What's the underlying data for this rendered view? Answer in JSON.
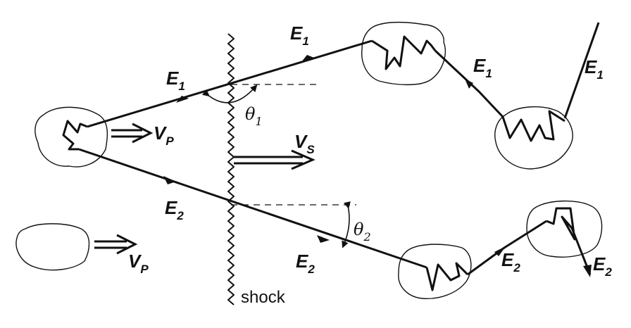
{
  "labels": {
    "e1_top": {
      "main": "E",
      "sub": "1"
    },
    "e1_left": {
      "main": "E",
      "sub": "1"
    },
    "e1_middle_right": {
      "main": "E",
      "sub": "1"
    },
    "e1_far_right": {
      "main": "E",
      "sub": "1"
    },
    "e2_left": {
      "main": "E",
      "sub": "2"
    },
    "e2_middle": {
      "main": "E",
      "sub": "2"
    },
    "e2_right": {
      "main": "E",
      "sub": "2"
    },
    "e2_far_right": {
      "main": "E",
      "sub": "2"
    },
    "vp_upper": {
      "main": "V",
      "sub": "P"
    },
    "vp_lower": {
      "main": "V",
      "sub": "P"
    },
    "vs": {
      "main": "V",
      "sub": "S"
    },
    "theta1": {
      "main": "θ",
      "sub": "1"
    },
    "theta2": {
      "main": "θ",
      "sub": "2"
    },
    "shock": "shock"
  }
}
